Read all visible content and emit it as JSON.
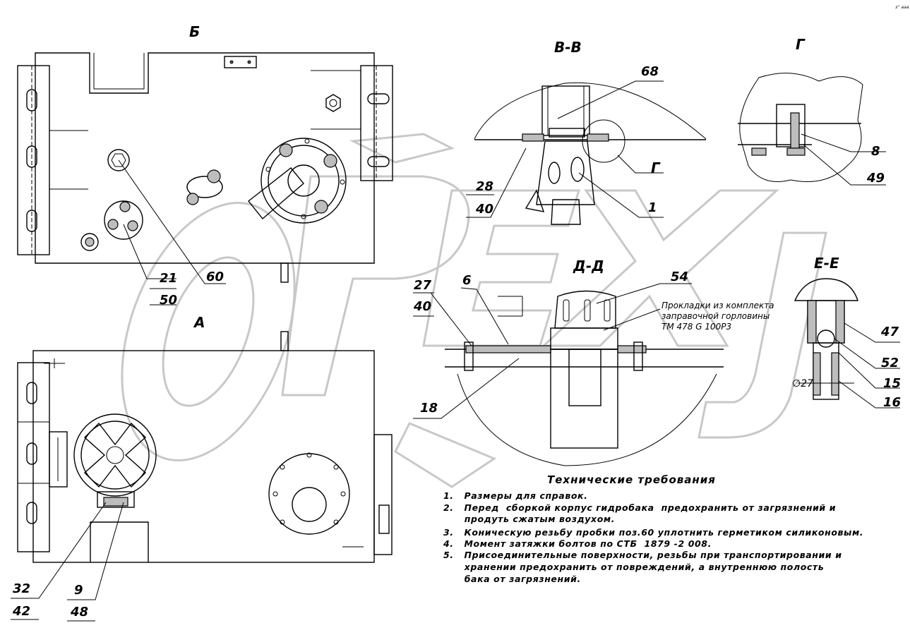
{
  "corner_mark": "з'' ааа",
  "view_labels": {
    "b": "Б",
    "a": "А",
    "v_v": "В-В",
    "g": "Г",
    "d_d": "Д-Д",
    "e_e": "Е-Е",
    "g_ref": "Г"
  },
  "callouts": {
    "n68": "68",
    "n28": "28",
    "n40a": "40",
    "n1": "1",
    "n8": "8",
    "n49": "49",
    "n21": "21",
    "n50": "50",
    "n60": "60",
    "n27": "27",
    "n40b": "40",
    "n6": "6",
    "n54": "54",
    "n18": "18",
    "n47": "47",
    "n52": "52",
    "n15": "15",
    "n16": "16",
    "n32": "32",
    "n42": "42",
    "n9": "9",
    "n48": "48"
  },
  "dimension": "∅27",
  "gasket_note": {
    "line1": "Прокладки из комплекта",
    "line2": "заправочной горловины",
    "line3": "ТМ 478 G 100Р3"
  },
  "requirements": {
    "title": "Технические требования",
    "items": [
      "1.   Размеры для справок.",
      "2.   Перед  сборкой корпус гидробака  предохранить от загрязнений и",
      "      продуть сжатым воздухом.",
      "3.   Коническую резьбу пробки поз.60 уплотнить герметиком силиконовым.",
      "4.   Момент затяжки болтов по СТБ  1879 -2 008.",
      "5.   Присоединительные поверхности, резьбы при транспортировании и",
      "      хранении предохранить от повреждений, а внутреннюю полость",
      "      бака от загрязнений."
    ]
  }
}
